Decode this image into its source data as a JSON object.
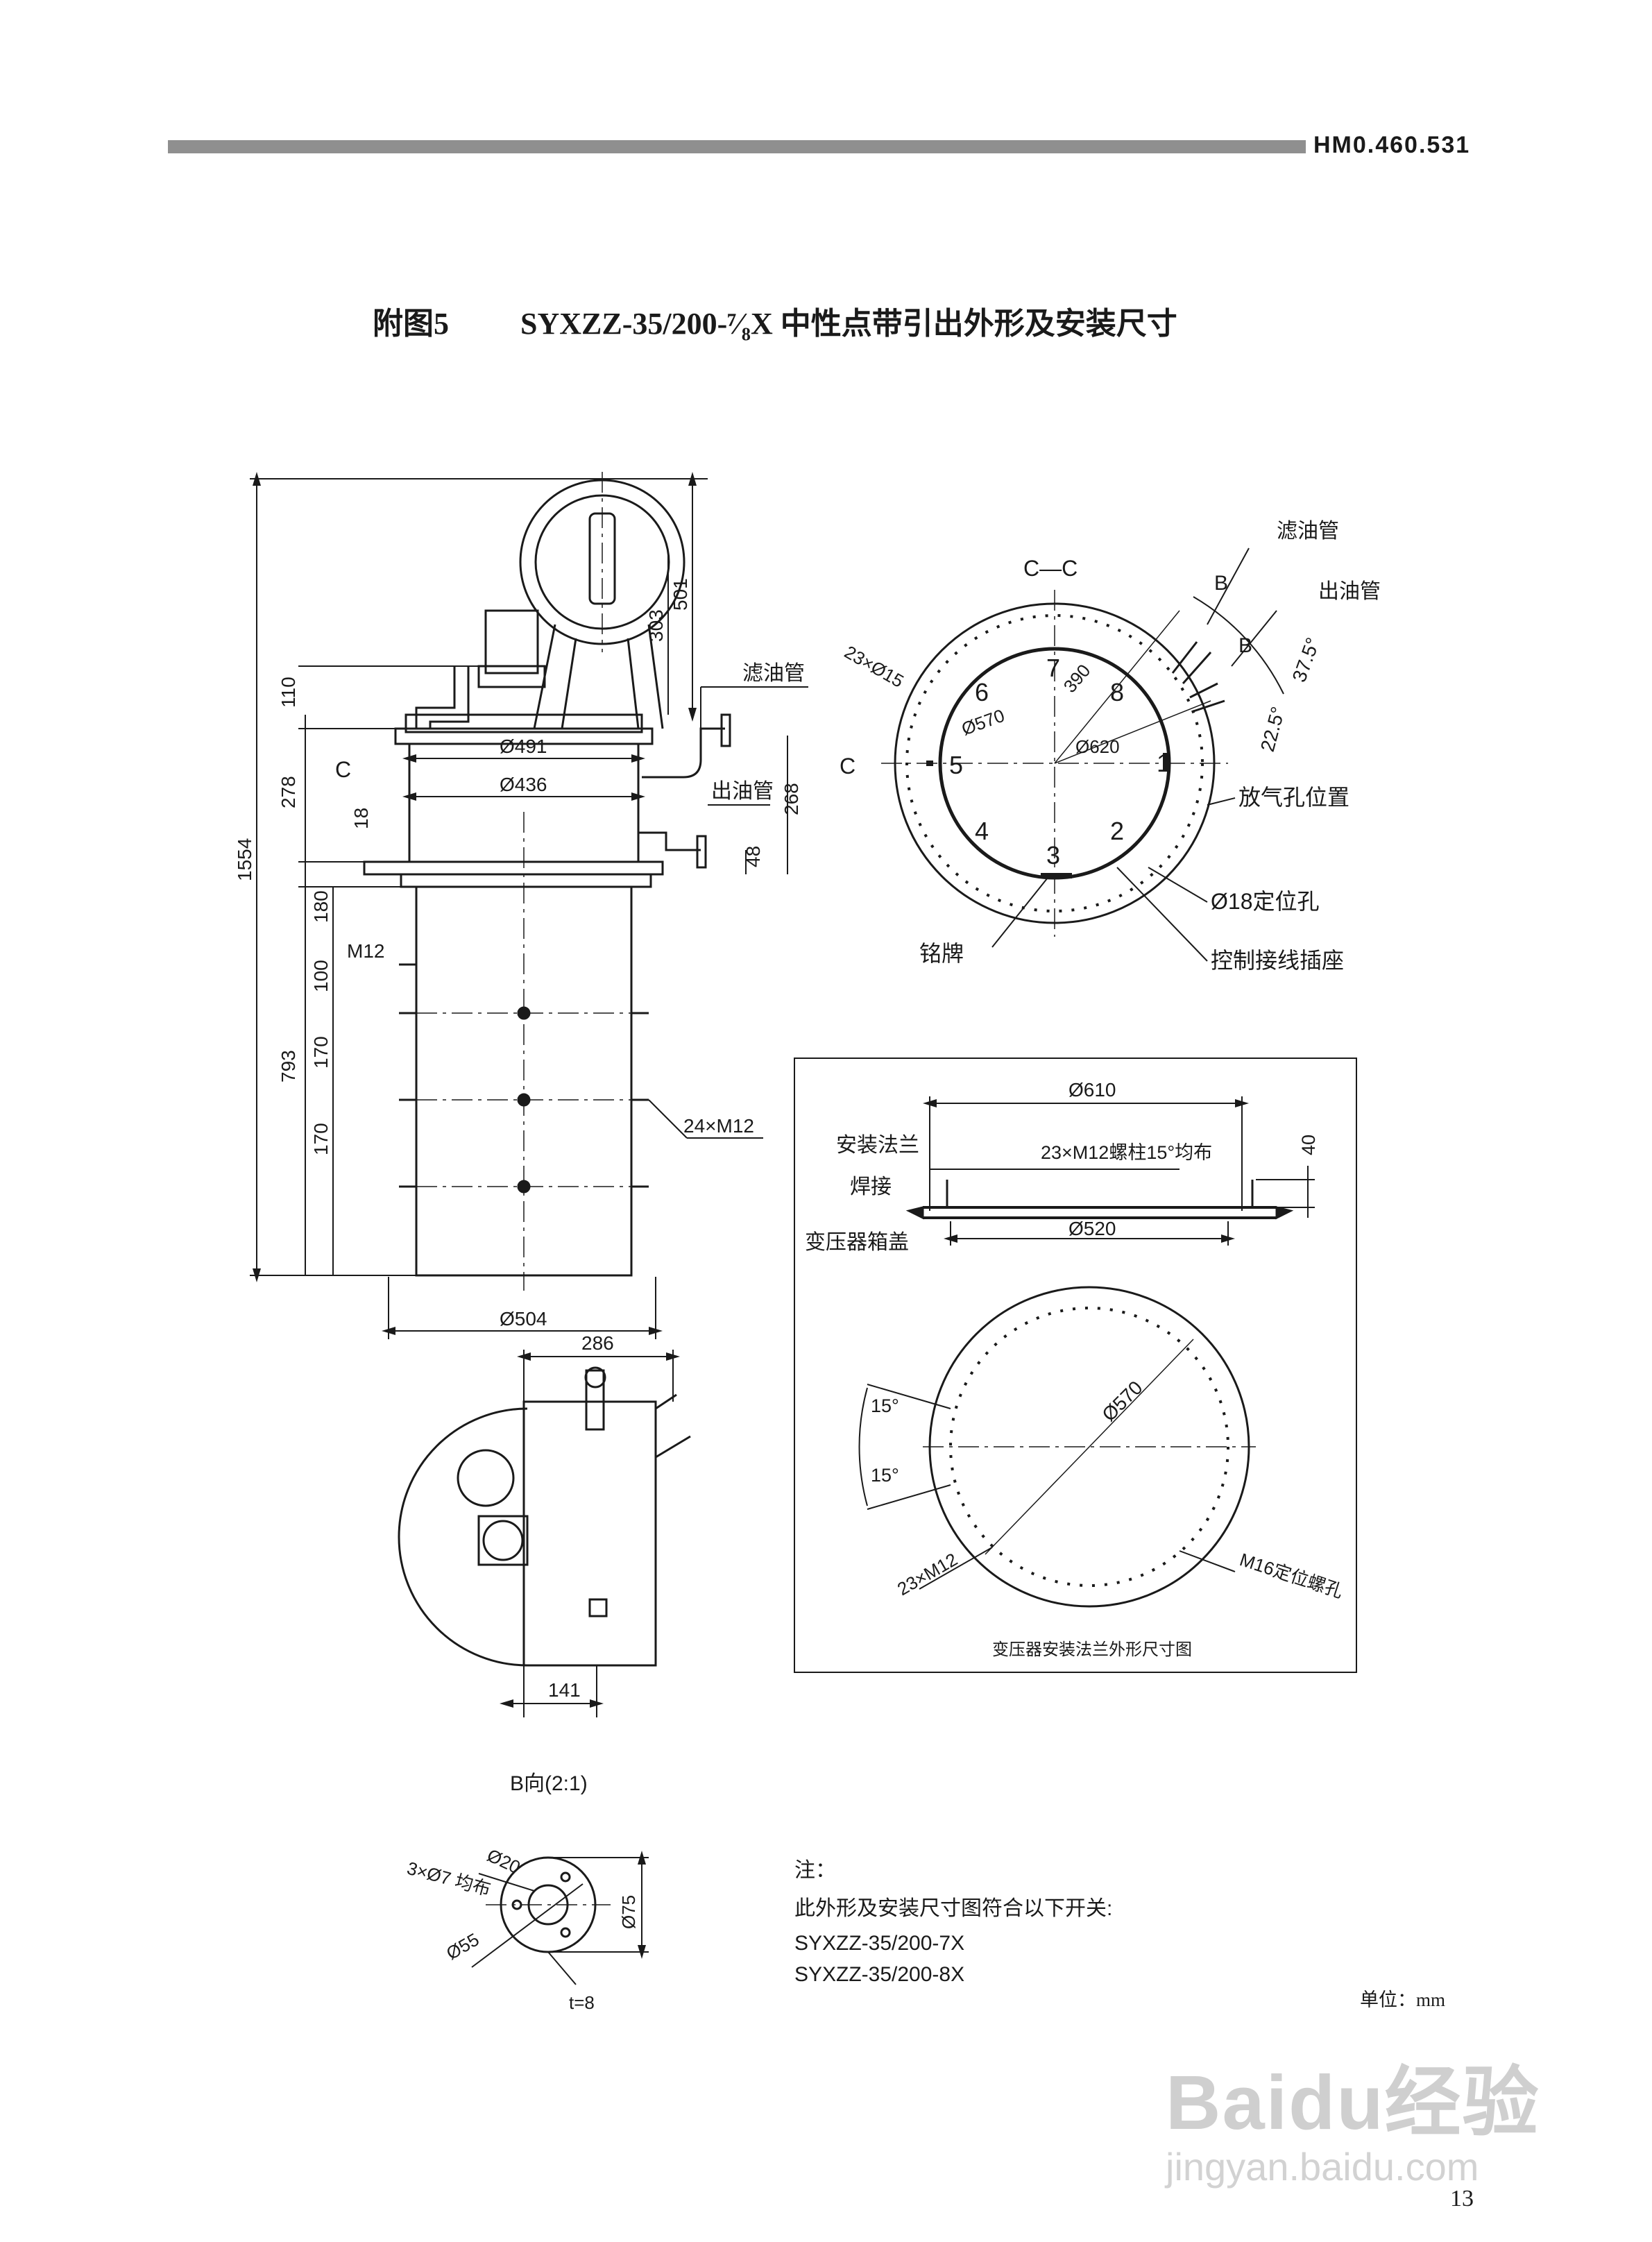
{
  "header": {
    "doc_number": "HM0.460.531"
  },
  "figure": {
    "label": "附图5",
    "title": "SYXZZ-35/200-⁷⁄₈X 中性点带引出外形及安装尺寸"
  },
  "front_view": {
    "dims": {
      "total_height": "1554",
      "d501": "501",
      "d303": "303",
      "d110": "110",
      "d278": "278",
      "d18": "18",
      "d180": "180",
      "d100": "100",
      "d793": "793",
      "d170a": "170",
      "d170b": "170",
      "d268": "268",
      "d48": "48",
      "dia491": "Ø491",
      "dia436": "Ø436",
      "dia504": "Ø504"
    },
    "labels": {
      "filter_pipe": "滤油管",
      "outlet_pipe": "出油管",
      "m12": "M12",
      "bolts": "24×M12",
      "section_mark": "C"
    }
  },
  "section_view": {
    "title": "C—C",
    "numbers": [
      "1",
      "2",
      "3",
      "4",
      "5",
      "6",
      "7",
      "8"
    ],
    "dims": {
      "holes": "23×Ø15",
      "dia570": "Ø570",
      "dia620": "Ø620",
      "r390": "390",
      "ang37": "37.5°",
      "ang22": "22.5°",
      "b1": "B",
      "b2": "B"
    },
    "labels": {
      "filter_pipe": "滤油管",
      "outlet_pipe": "出油管",
      "vent": "放气孔位置",
      "locating_hole": "Ø18定位孔",
      "nameplate": "铭牌",
      "socket": "控制接线插座",
      "section_mark": "C"
    }
  },
  "flange_detail": {
    "dims": {
      "dia610": "Ø610",
      "studs": "23×M12螺柱15°均布",
      "d40": "40",
      "dia520": "Ø520",
      "dia570": "Ø570",
      "ang15a": "15°",
      "ang15b": "15°",
      "holes": "23×M12",
      "m16": "M16定位螺孔"
    },
    "labels": {
      "install_flange": "安装法兰",
      "weld": "焊接",
      "tank_cover": "变压器箱盖"
    },
    "caption": "变压器安装法兰外形尺寸图"
  },
  "top_view": {
    "dims": {
      "d286": "286",
      "d141": "141"
    }
  },
  "b_view": {
    "title": "B向(2:1)",
    "dims": {
      "dia20": "Ø20",
      "holes": "3×Ø7 均布",
      "dia55": "Ø55",
      "dia75": "Ø75",
      "t8": "t=8"
    }
  },
  "notes": {
    "heading": "注：",
    "line1": "此外形及安装尺寸图符合以下开关:",
    "models": [
      "SYXZZ-35/200-7X",
      "SYXZZ-35/200-8X"
    ]
  },
  "unit": "单位：mm",
  "page_number": "13",
  "watermark": {
    "main": "Baidu经验",
    "sub": "jingyan.baidu.com"
  }
}
